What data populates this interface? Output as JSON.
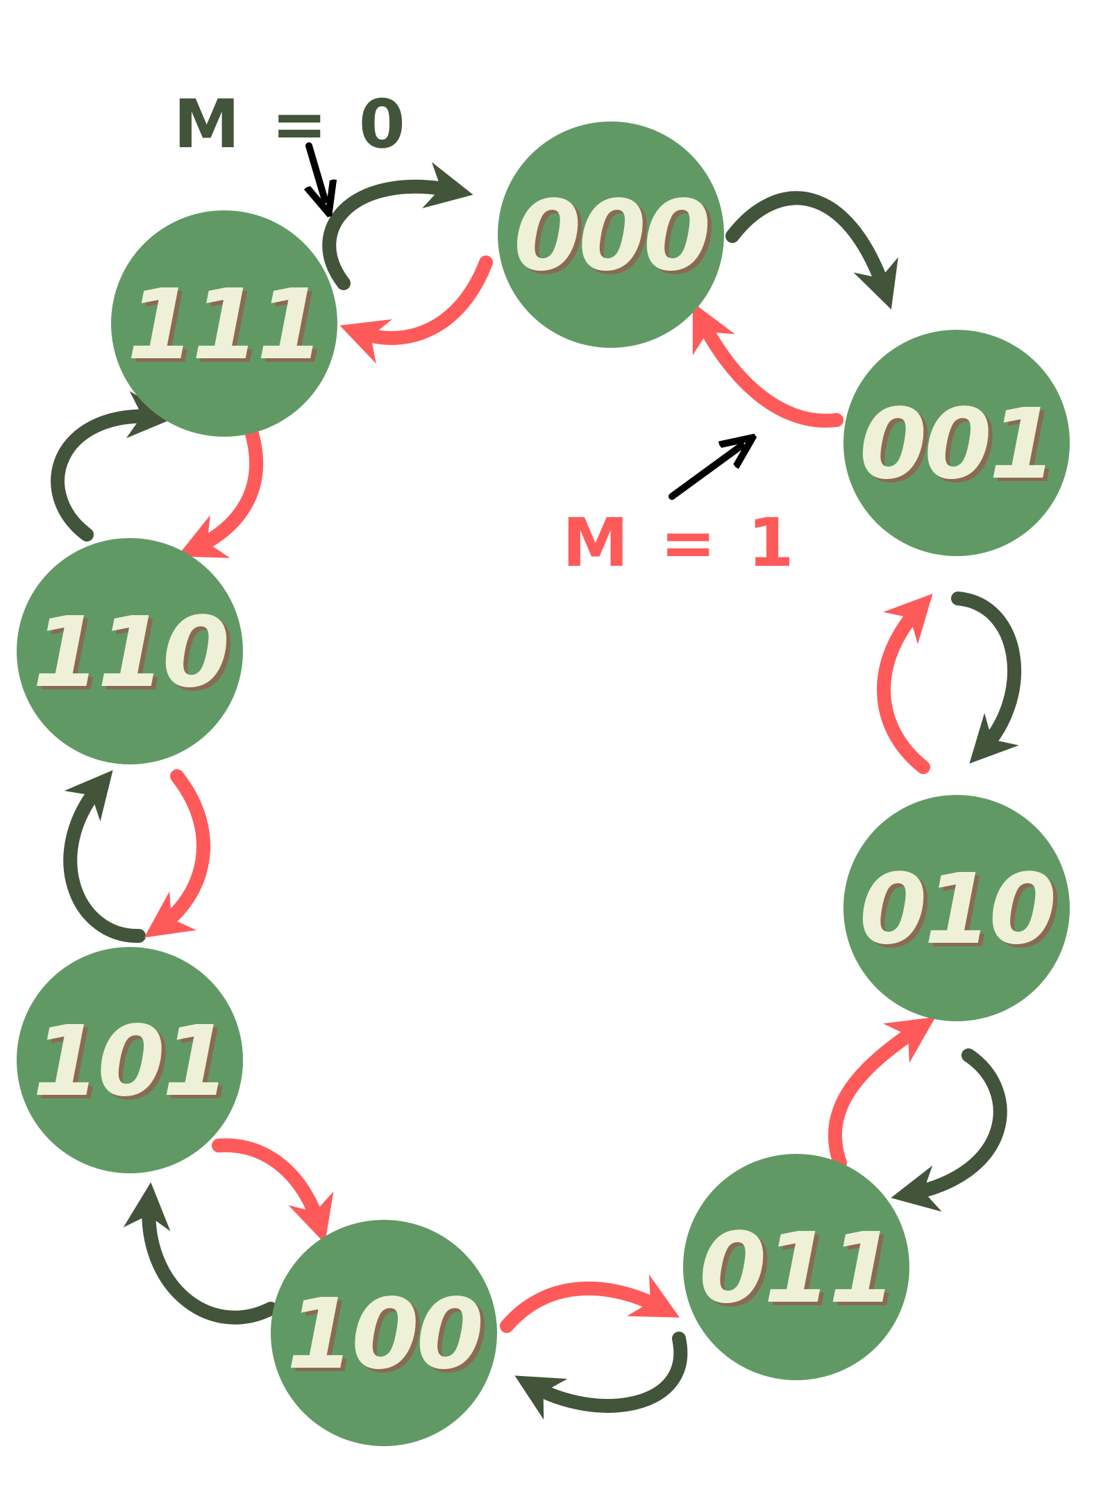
{
  "diagram": {
    "colors": {
      "state_fill": "#619965",
      "label_fill": "#eef1d8",
      "label_shadow": "#8a6a52",
      "m0_arrow": "#42543a",
      "m1_arrow": "#ff5a5a",
      "legend_m0_text": "#42543a",
      "legend_m1_text": "#ff5a5a",
      "pointer": "#000000"
    },
    "states": [
      {
        "id": "s000",
        "label": "000"
      },
      {
        "id": "s001",
        "label": "001"
      },
      {
        "id": "s010",
        "label": "010"
      },
      {
        "id": "s011",
        "label": "011"
      },
      {
        "id": "s100",
        "label": "100"
      },
      {
        "id": "s101",
        "label": "101"
      },
      {
        "id": "s110",
        "label": "110"
      },
      {
        "id": "s111",
        "label": "111"
      }
    ],
    "legend": {
      "m0": "M = 0",
      "m1": "M = 1"
    },
    "transitions": {
      "m0_up_count": [
        [
          "000",
          "001"
        ],
        [
          "001",
          "010"
        ],
        [
          "010",
          "011"
        ],
        [
          "011",
          "100"
        ],
        [
          "100",
          "101"
        ],
        [
          "101",
          "110"
        ],
        [
          "110",
          "111"
        ],
        [
          "111",
          "000"
        ]
      ],
      "m1_down_count": [
        [
          "000",
          "111"
        ],
        [
          "111",
          "110"
        ],
        [
          "110",
          "101"
        ],
        [
          "101",
          "100"
        ],
        [
          "100",
          "011"
        ],
        [
          "011",
          "010"
        ],
        [
          "010",
          "001"
        ],
        [
          "001",
          "000"
        ]
      ]
    }
  }
}
